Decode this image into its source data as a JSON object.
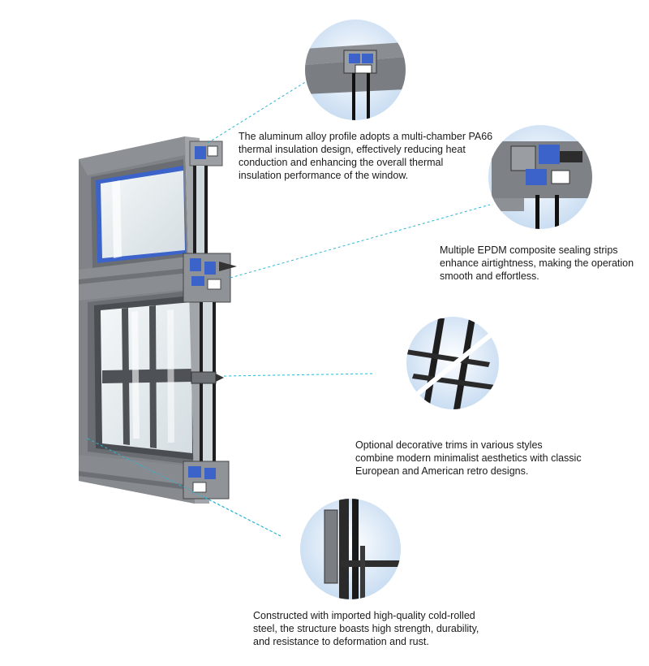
{
  "colors": {
    "frame": "#7d8185",
    "frame_dark": "#5c6064",
    "frame_light": "#9a9ea2",
    "insulation_blue": "#3b63c9",
    "glass": "#dfe6ea",
    "leader_line": "#2bb7d6",
    "circle_background": "#d9e7f5"
  },
  "icons": [
    "profile-cross-section-icon",
    "sealing-strip-detail-icon",
    "decorative-grille-icon",
    "steel-hinge-icon"
  ],
  "callouts": [
    {
      "text": "The aluminum alloy profile adopts a multi-chamber PA66\nthermal insulation design, effectively reducing heat\nconduction and enhancing the overall thermal\ninsulation performance of the window."
    },
    {
      "text": "Multiple EPDM composite sealing strips\nenhance airtightness, making the operation\nsmooth and effortless."
    },
    {
      "text": "Optional decorative trims in various styles\ncombine modern minimalist aesthetics with classic\nEuropean and American retro designs."
    },
    {
      "text": "Constructed with imported high-quality cold-rolled\nsteel, the structure boasts high strength, durability,\nand resistance to deformation and rust."
    }
  ]
}
